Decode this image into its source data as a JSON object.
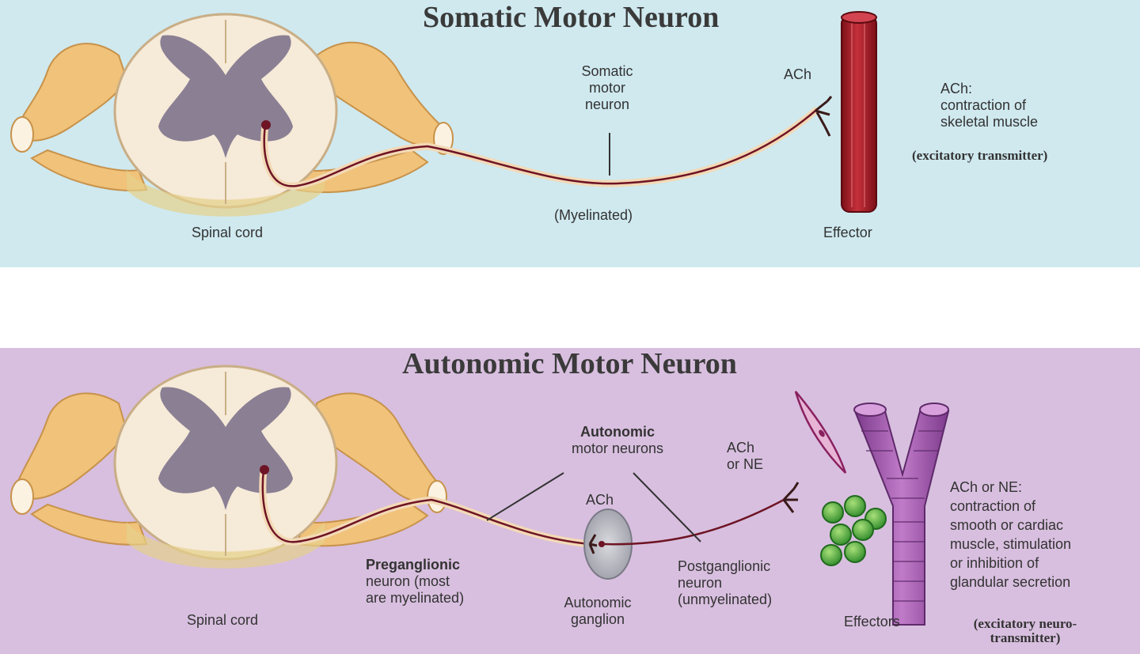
{
  "top": {
    "title": "Somatic Motor Neuron",
    "label_spinal_cord": "Spinal cord",
    "label_somatic_neuron": [
      "Somatic",
      "motor",
      "neuron"
    ],
    "label_myelinated": "(Myelinated)",
    "label_ach": "ACh",
    "label_effector": "Effector",
    "effect_text": [
      "ACh:",
      "contraction of",
      "skeletal muscle"
    ],
    "effect_note": "(excitatory transmitter)"
  },
  "bottom": {
    "title": "Autonomic Motor Neuron",
    "label_spinal_cord": "Spinal cord",
    "label_autonomic_neurons": [
      "Autonomic",
      "motor neurons"
    ],
    "label_ach_ganglion": "ACh",
    "label_ach_or_ne": [
      "ACh",
      "or NE"
    ],
    "label_preganglionic_title": "Preganglionic",
    "label_preganglionic_sub": [
      "neuron (most",
      "are myelinated)"
    ],
    "label_ganglion": [
      "Autonomic",
      "ganglion"
    ],
    "label_postganglionic": [
      "Postganglionic",
      "neuron",
      "(unmyelinated)"
    ],
    "label_effectors": "Effectors",
    "effect_text": [
      "ACh or NE:",
      "contraction of",
      "smooth or cardiac",
      "muscle, stimulation",
      "or inhibition of",
      "glandular secretion"
    ],
    "effect_note": [
      "(excitatory neuro-",
      "transmitter)"
    ]
  },
  "colors": {
    "panel_top": "#cfe9ef",
    "panel_bottom": "#d8bfdf",
    "white_matter": "#f6ead8",
    "gray_matter": "#8a7f93",
    "nerve_root": "#f0c27a",
    "axon": "#6e1424",
    "muscle": "#b3202b",
    "smooth_muscle": "#a04a9c",
    "gland": "#3da23a"
  }
}
